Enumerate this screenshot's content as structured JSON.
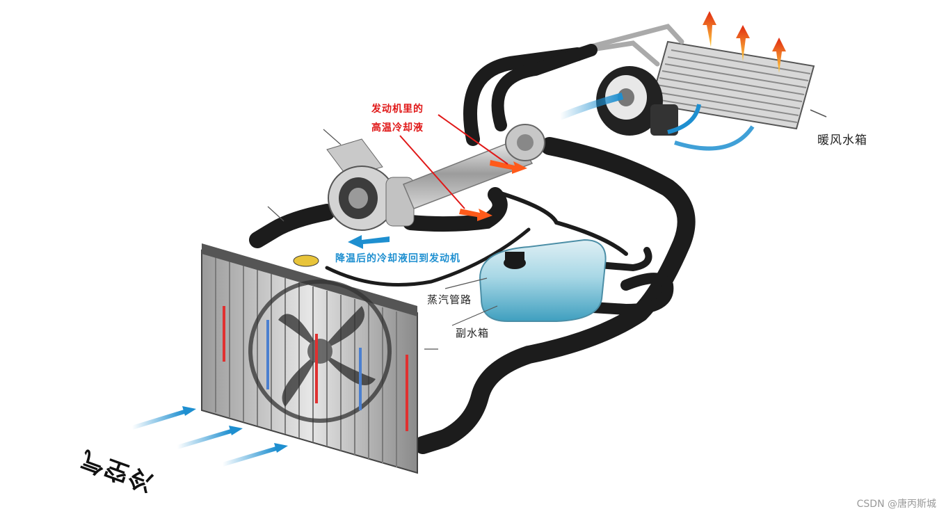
{
  "labels": {
    "hot_coolant_line1": "发动机里的",
    "hot_coolant_line2": "高温冷却液",
    "heater_core": "暖风水箱",
    "cooled_return": "降温后的冷却液回到发动机",
    "steam_pipe": "蒸汽管路",
    "expansion_tank": "副水箱",
    "cold_air": "冷空气"
  },
  "watermark": "CSDN @唐丙斯城",
  "colors": {
    "hot": "#e01818",
    "cool": "#1e8fd0",
    "hose": "#1a1a1a",
    "tank": "#5fb8d6",
    "radiator": "#c8c8c8"
  }
}
